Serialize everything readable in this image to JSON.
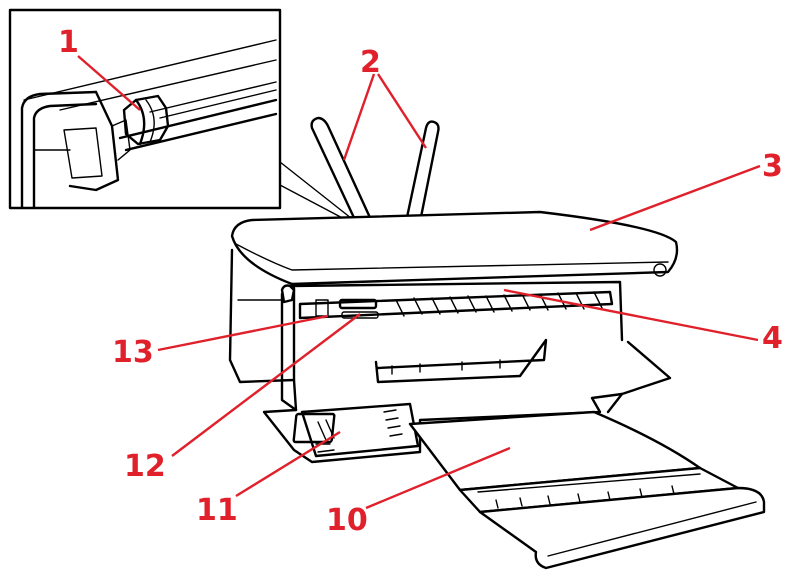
{
  "diagram": {
    "accent_color": "#e0202a",
    "line_color": "#000000",
    "callouts": [
      {
        "id": "c1",
        "label": "1"
      },
      {
        "id": "c2",
        "label": "2"
      },
      {
        "id": "c3",
        "label": "3"
      },
      {
        "id": "c4",
        "label": "4"
      },
      {
        "id": "c10",
        "label": "10"
      },
      {
        "id": "c11",
        "label": "11"
      },
      {
        "id": "c12",
        "label": "12"
      },
      {
        "id": "c13",
        "label": "13"
      }
    ]
  }
}
